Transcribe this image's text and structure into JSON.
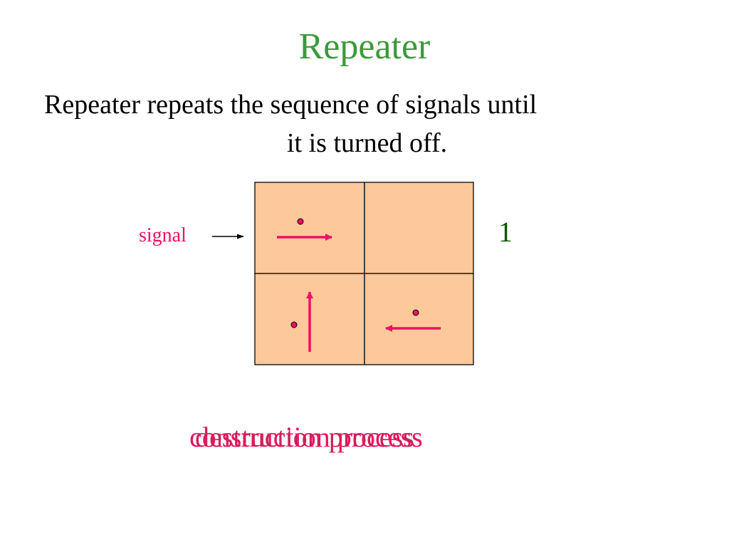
{
  "slide": {
    "title": "Repeater",
    "body_line1": "Repeater repeats the sequence of signals until",
    "body_line2": "it is turned off.",
    "signal_label": "signal",
    "step_number": "1",
    "bottom_text_a": "construction process",
    "bottom_text_b": "destruction process"
  },
  "colors": {
    "title": "#3a9a3a",
    "accent": "#ee1166",
    "cell_fill": "#fdc99a",
    "cell_border": "#222222",
    "step_number": "#005500",
    "bottom_a": "#ee1166",
    "bottom_b": "#cc2255"
  },
  "cells": [
    {
      "row": 0,
      "col": 0,
      "arrow": "right",
      "dot": true
    },
    {
      "row": 0,
      "col": 1,
      "arrow": "none",
      "dot": false
    },
    {
      "row": 1,
      "col": 0,
      "arrow": "up",
      "dot": true
    },
    {
      "row": 1,
      "col": 1,
      "arrow": "left",
      "dot": true
    }
  ]
}
